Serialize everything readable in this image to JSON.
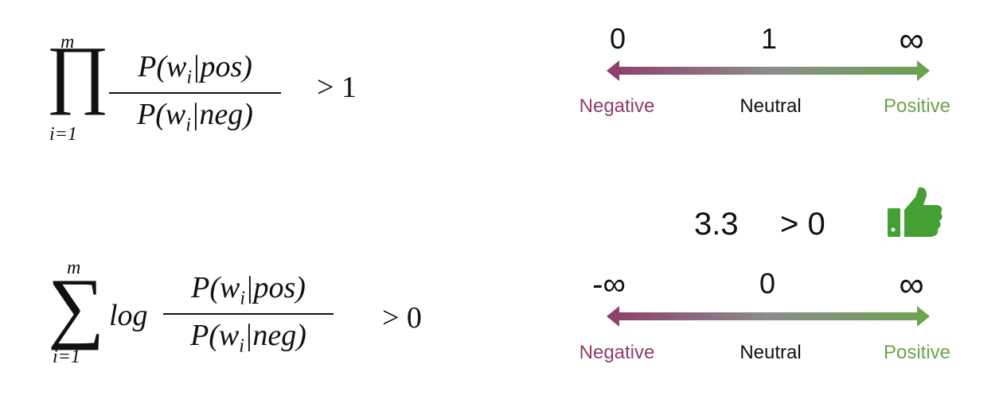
{
  "formula_product": {
    "operator": "∏",
    "upper": "m",
    "lower": "i=1",
    "numerator": "P(w_i|pos)",
    "denominator": "P(w_i|neg)",
    "comparison": "> 1"
  },
  "formula_log_sum": {
    "operator": "∑",
    "upper": "m",
    "lower": "i=1",
    "prefix": "log",
    "numerator": "P(w_i|pos)",
    "denominator": "P(w_i|neg)",
    "comparison": "> 0"
  },
  "scale_ratio": {
    "ticks": [
      "0",
      "1",
      "∞"
    ],
    "labels": {
      "negative": "Negative",
      "neutral": "Neutral",
      "positive": "Positive"
    }
  },
  "scale_log": {
    "ticks": [
      "-∞",
      "0",
      "∞"
    ],
    "labels": {
      "negative": "Negative",
      "neutral": "Neutral",
      "positive": "Positive"
    }
  },
  "result": {
    "value": "3.3",
    "comparison": "> 0",
    "icon": "thumbs-up-icon"
  },
  "colors": {
    "negative": "#8e3d6a",
    "neutral": "#8c8c8c",
    "positive": "#6aa34d",
    "thumb": "#44a033"
  }
}
